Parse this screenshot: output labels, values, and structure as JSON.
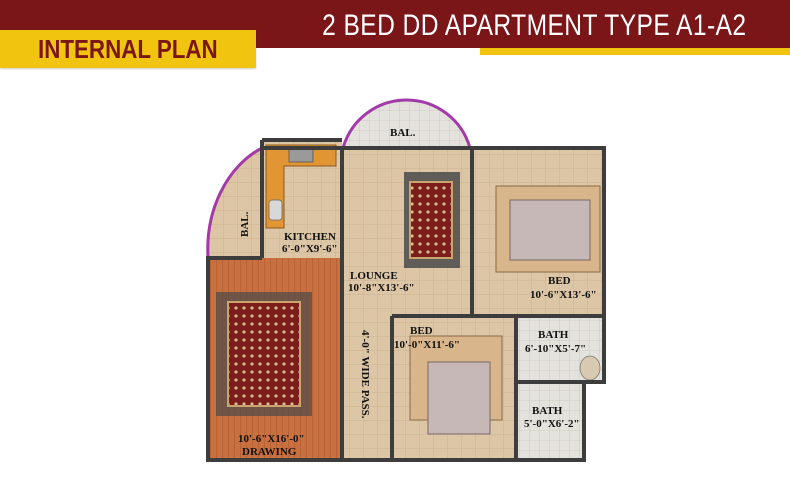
{
  "header": {
    "title": "2 BED DD APARTMENT TYPE A1-A2",
    "badge": "INTERNAL PLAN"
  },
  "colors": {
    "maroon": "#7a1518",
    "yellow": "#f1c40f",
    "wall": "#3d3d3d",
    "tile_floor": "#d9c3a3",
    "wood_floor": "#c0693c",
    "balcony_arc": "#a43aa8"
  },
  "rooms": {
    "balcony_top": {
      "name": "BAL."
    },
    "balcony_side": {
      "name": "BAL."
    },
    "kitchen": {
      "name": "KITCHEN",
      "size": "6'-0\"X9'-6\""
    },
    "lounge": {
      "name": "LOUNGE",
      "size": "10'-8\"X13'-6\""
    },
    "bed_main": {
      "name": "BED",
      "size": "10'-6\"X13'-6\""
    },
    "bed_second": {
      "name": "BED",
      "size": "10'-0\"X11'-6\""
    },
    "bath_one": {
      "name": "BATH",
      "size": "6'-10\"X5'-7\""
    },
    "bath_two": {
      "name": "BATH",
      "size": "5'-0\"X6'-2\""
    },
    "drawing": {
      "name": "DRAWING",
      "size": "10'-6\"X16'-0\""
    },
    "passage": {
      "name": "4'-0\" WIDE PASS."
    }
  }
}
